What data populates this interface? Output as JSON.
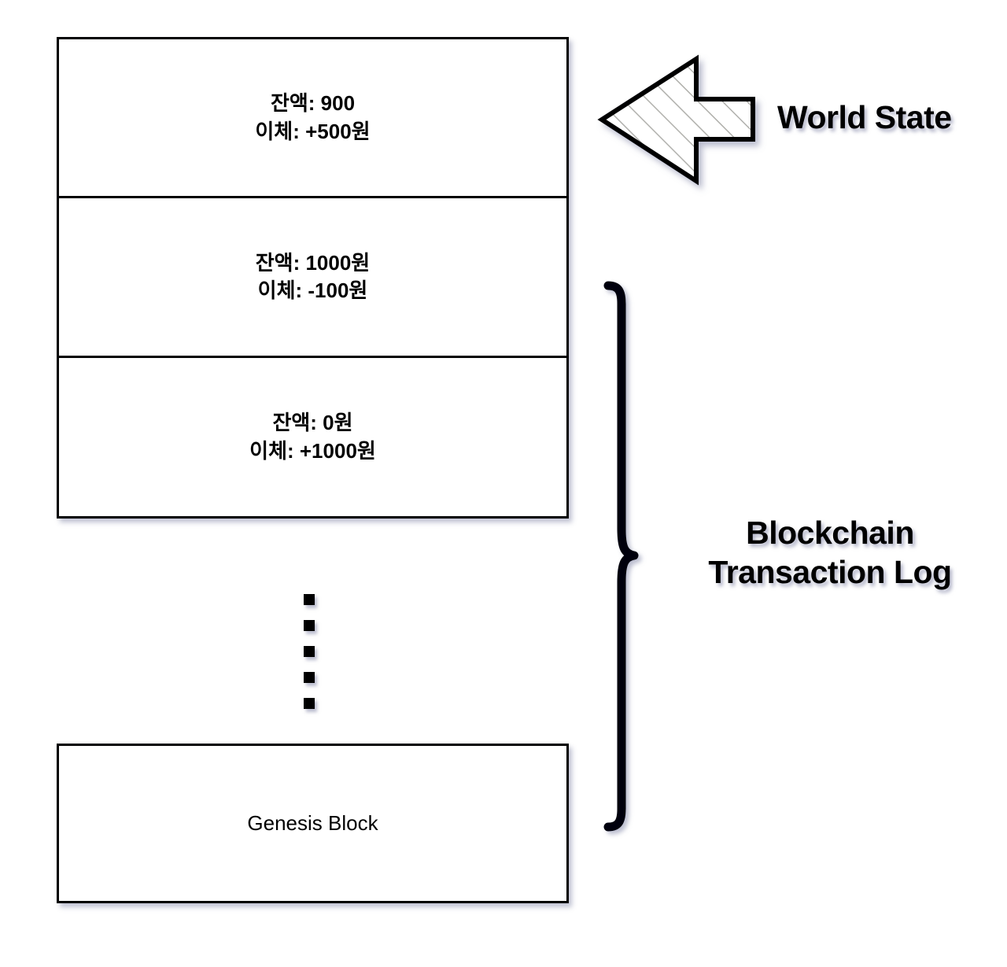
{
  "diagram": {
    "title": "Blockchain World State and Transaction Log",
    "colors": {
      "background": "#ffffff",
      "stroke": "#000000",
      "shadow": "#787ca0",
      "hatch": "#b3b3b3"
    }
  },
  "chain": {
    "blocks": [
      {
        "id": "block-top",
        "line1": "잔액: 900",
        "line2": "이체: +500원"
      },
      {
        "id": "block-middle",
        "line1": "잔액: 1000원",
        "line2": "이체: -100원"
      },
      {
        "id": "block-bottom",
        "line1": "잔액: 0원",
        "line2": "이체: +1000원"
      }
    ],
    "ellipsis_dot_count": 5,
    "genesis": {
      "label": "Genesis Block"
    }
  },
  "annotations": {
    "world_state": {
      "label": "World State",
      "arrow_icon": "left-arrow-hatched-icon",
      "direction": "left"
    },
    "transaction_log": {
      "label_line1": "Blockchain",
      "label_line2": "Transaction Log",
      "brace_icon": "curly-brace-right-icon"
    }
  }
}
